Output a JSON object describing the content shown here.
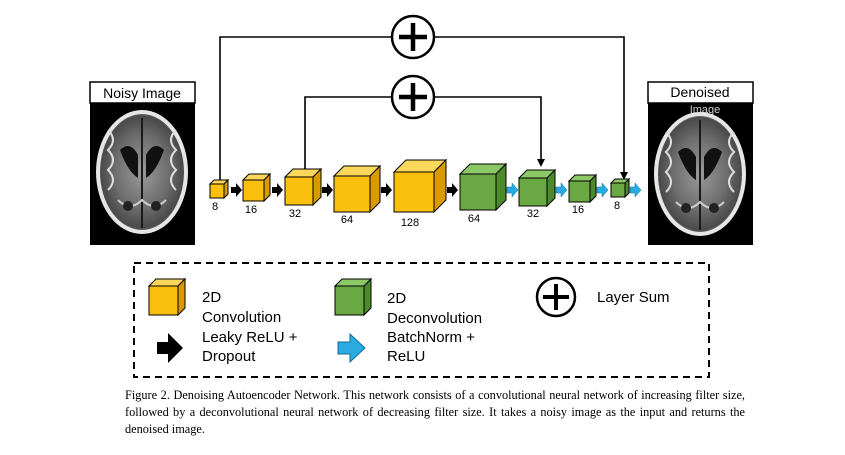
{
  "figure": {
    "input_label": "Noisy Image",
    "output_label": "Denoised",
    "output_overlap_text": "Image",
    "encoder_filters": [
      "8",
      "16",
      "32",
      "64",
      "128"
    ],
    "decoder_filters": [
      "64",
      "32",
      "16",
      "8"
    ],
    "colors": {
      "conv": "#fbbf0e",
      "deconv": "#6aa843",
      "leaky_relu_arrow": "#000000",
      "batchnorm_arrow": "#29abe2"
    },
    "skip_connections": [
      {
        "from": "8",
        "to": "8",
        "operator": "+"
      },
      {
        "from": "32",
        "to": "32",
        "operator": "+"
      }
    ]
  },
  "legend": {
    "conv_line1": "2D",
    "conv_line2": "Convolution",
    "deconv_line1": "2D",
    "deconv_line2": "Deconvolution",
    "sum_label": "Layer Sum",
    "leaky_line1": "Leaky ReLU +",
    "leaky_line2": "Dropout",
    "bn_line1": "BatchNorm +",
    "bn_line2": "ReLU"
  },
  "caption": "Figure 2. Denoising Autoencoder Network. This network consists of a convolutional neural network of increasing filter size, followed by a deconvolutional neural network of decreasing filter size. It takes a noisy image as the input and returns the denoised image."
}
